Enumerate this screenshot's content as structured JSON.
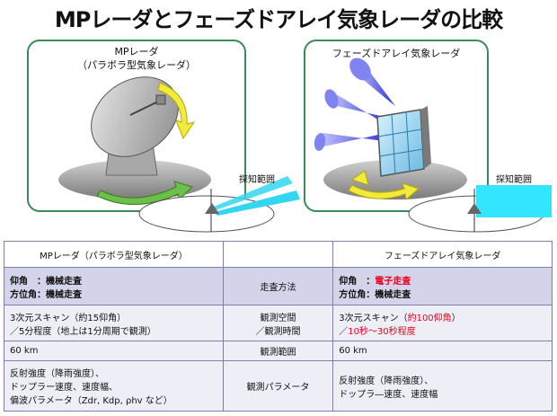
{
  "title": "MPレーダとフェーズドアレイ気象レーダの比較",
  "left_panel": {
    "title_line1": "MPレーダ",
    "title_line2": "（パラボラ型気象レーダ）",
    "scan_label": "探知範囲"
  },
  "right_panel": {
    "title": "フェーズドアレイ気象レーダ",
    "scan_label": "探知範囲"
  },
  "table": {
    "header": {
      "left": "MPレーダ（パラボラ型気象レーダ）",
      "middle": "",
      "right": "フェーズドアレイ気象レーダ"
    },
    "rows": [
      {
        "left": [
          "仰角　：機械走査",
          "方位角：機械走査"
        ],
        "middle": [
          "走査方法"
        ],
        "right": [
          [
            {
              "t": "仰角　：",
              "red": false
            },
            {
              "t": "電子走査",
              "red": true
            }
          ],
          [
            {
              "t": "方位角：機械走査",
              "red": false
            }
          ]
        ]
      },
      {
        "left": [
          "3次元スキャン（約15仰角）",
          "／5分程度（地上は1分周期で観測）"
        ],
        "middle": [
          "観測空間",
          "／観測時間"
        ],
        "right": [
          [
            {
              "t": "3次元スキャン（",
              "red": false
            },
            {
              "t": "約100仰角",
              "red": true
            },
            {
              "t": "）",
              "red": false
            }
          ],
          [
            {
              "t": "／",
              "red": false
            },
            {
              "t": "10秒～30秒程度",
              "red": true
            }
          ]
        ]
      },
      {
        "left": [
          "60 km"
        ],
        "middle": [
          "観測範囲"
        ],
        "right": [
          [
            {
              "t": "60 km",
              "red": false
            }
          ]
        ]
      },
      {
        "left": [
          "反射強度（降雨強度）、",
          "ドップラー速度、速度幅、",
          "偏波パラメータ（Zdr, Kdp, ρhv など）"
        ],
        "middle": [
          "観測パラメータ"
        ],
        "right": [
          [
            {
              "t": "反射強度（降雨強度）、",
              "red": false
            }
          ],
          [
            {
              "t": "ドップラ―速度、速度幅",
              "red": false
            }
          ]
        ]
      }
    ]
  },
  "colors": {
    "panel_border": "#3a8a5c",
    "table_lavender": "#d3d3ea",
    "table_light": "#eeeef6",
    "beam": "#33d6f0",
    "highlight_red": "#e8001c",
    "cone_blue": "#3a3fd8",
    "arrow_yellow": "#f2ea3c",
    "arrow_green": "#6cc04a"
  }
}
